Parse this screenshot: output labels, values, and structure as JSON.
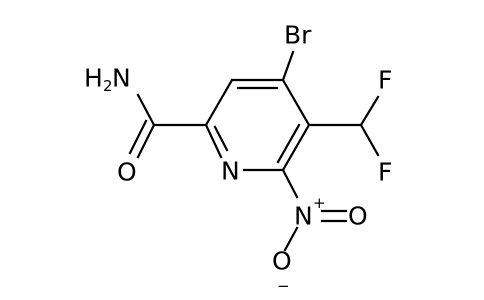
{
  "molecule": {
    "atoms": {
      "amide_n": "H",
      "amide_n_sub": "2",
      "amide_n_main": "N",
      "amide_o": "O",
      "br": "Br",
      "ring_n": "N",
      "f_top": "F",
      "f_bottom": "F",
      "nitro_n": "N",
      "nitro_n_charge": "+",
      "nitro_o_right": "O",
      "nitro_o_bottom": "O",
      "nitro_o_charge": "−"
    },
    "colors": {
      "bond": "#000000",
      "label": "#000000",
      "background": "#ffffff"
    }
  }
}
